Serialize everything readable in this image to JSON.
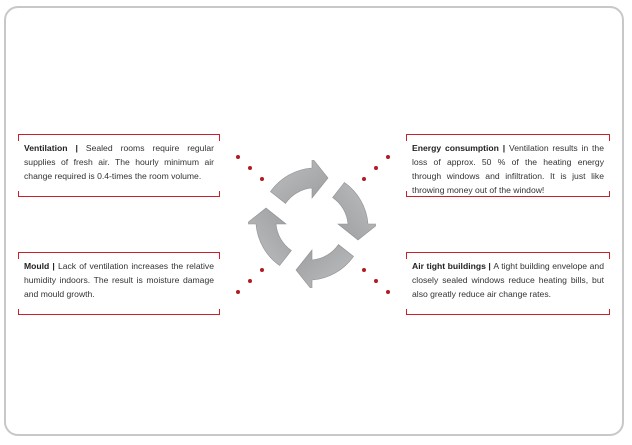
{
  "cards": {
    "ventilation": {
      "title": "Ventilation |",
      "text": "Sealed rooms require regular supplies of fresh air. The hourly minimum air change required is 0.4-times the room volume."
    },
    "energy": {
      "title": "Energy consumption |",
      "text": "Ventilation results in the loss of approx. 50 % of the heating energy through windows and infiltration. It is just like throwing money out of the window!"
    },
    "mould": {
      "title": "Mould |",
      "text": "Lack of ventilation increases the relative humidity indoors. The result is moisture damage and mould growth."
    },
    "airtight": {
      "title": "Air tight buildings |",
      "text": "A tight building envelope and closely sealed windows reduce heating bills, but also greatly reduce air change rates."
    }
  },
  "colors": {
    "accent": "#c8202c",
    "dot": "#b01c24",
    "arrow": "#a9aaac",
    "frame": "#c8c8c8"
  },
  "icons": [
    "cycle-arrows-icon"
  ]
}
